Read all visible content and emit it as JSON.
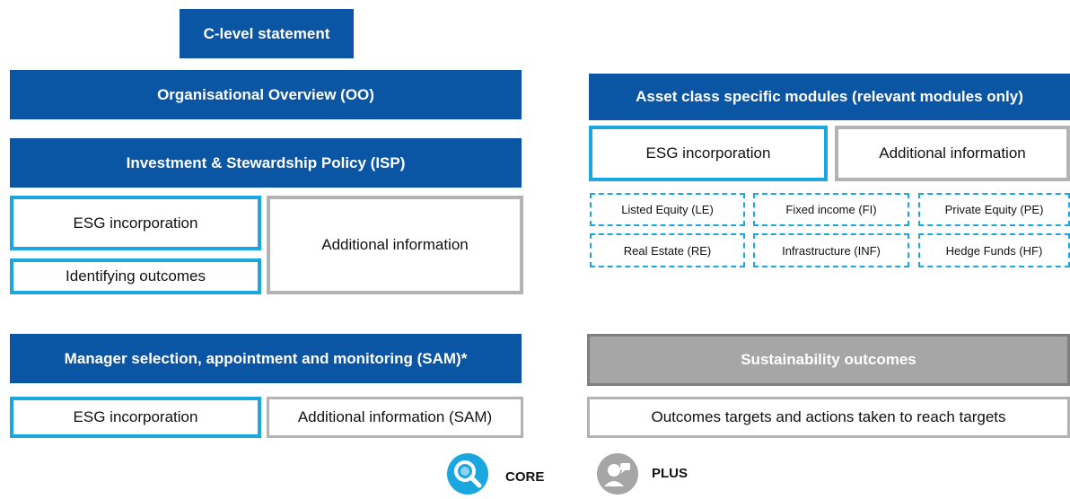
{
  "c_level": "C-level statement",
  "left": {
    "oo": "Organisational  Overview (OO)",
    "isp": "Investment & Stewardship Policy (ISP)",
    "isp_esg": "ESG incorporation",
    "isp_outcomes": "Identifying outcomes",
    "isp_additional": "Additional information",
    "sam": "Manager selection, appointment and monitoring (SAM)*",
    "sam_esg": "ESG incorporation",
    "sam_additional": "Additional information (SAM)"
  },
  "right": {
    "asset_header": "Asset class specific modules (relevant modules only)",
    "esg": "ESG incorporation",
    "additional": "Additional information",
    "modules": [
      "Listed Equity (LE)",
      "Fixed income (FI)",
      "Private Equity (PE)",
      "Real Estate (RE)",
      "Infrastructure (INF)",
      "Hedge Funds (HF)"
    ],
    "sustainability_header": "Sustainability  outcomes",
    "outcomes_targets": "Outcomes targets and actions taken to reach targets"
  },
  "legend": {
    "core_label": "CORE",
    "plus_label": "PLUS",
    "core_icon": "magnifier-icon",
    "plus_icon": "person-speech-icon",
    "core_color": "#1aa7e0",
    "plus_color": "#a6a6a6"
  }
}
